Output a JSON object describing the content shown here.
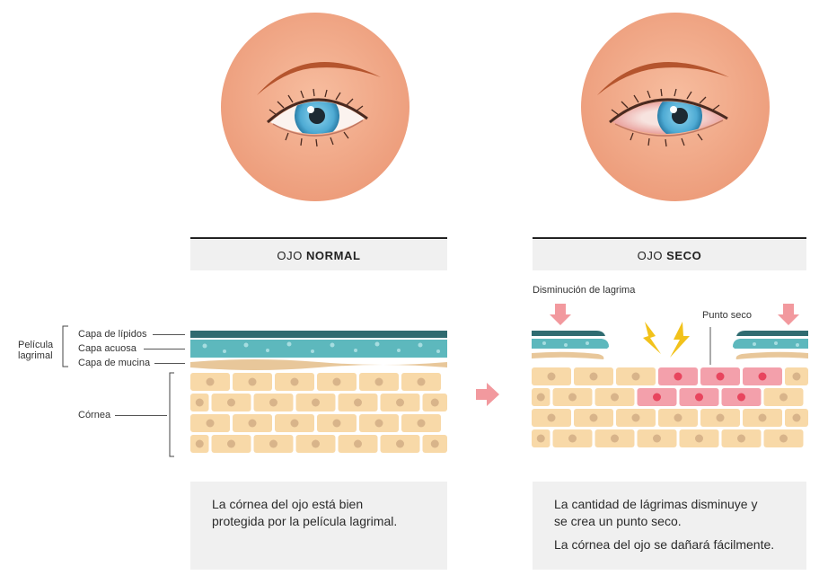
{
  "normal": {
    "title_prefix": "OJO",
    "title_bold": "NORMAL",
    "caption": [
      "La córnea del ojo está bien",
      "protegida por la película lagrimal."
    ]
  },
  "dry": {
    "title_prefix": "OJO",
    "title_bold": "SECO",
    "caption_1": [
      "La cantidad de lágrimas disminuye y",
      "se crea un punto seco."
    ],
    "caption_2": "La córnea del ojo se dañará fácilmente."
  },
  "labels": {
    "tear_film": [
      "Película",
      "lagrimal"
    ],
    "lipid_layer": "Capa de lípidos",
    "aqueous_layer": "Capa acuosa",
    "mucin_layer": "Capa de mucina",
    "cornea": "Córnea",
    "tear_decrease": "Disminución de lagrima",
    "dry_spot": "Punto seco"
  },
  "icons": {
    "transition": "arrow-right-icon",
    "decrease": "arrow-down-icon",
    "irritation": "lightning-icon"
  },
  "colors": {
    "skin": "#f0a98a",
    "iris": "#5ab4d8",
    "lipid": "#2f6b70",
    "aqueous": "#5db8bd",
    "mucin": "#e8c79a",
    "cell": "#f8d9a8",
    "cell_nucleus": "#d8b48a",
    "damaged_cell": "#f3a0ab",
    "damaged_nucleus": "#e8455e",
    "arrow": "#f2999e",
    "bolt": "#f2c21b",
    "panel": "#f0f0f0"
  }
}
